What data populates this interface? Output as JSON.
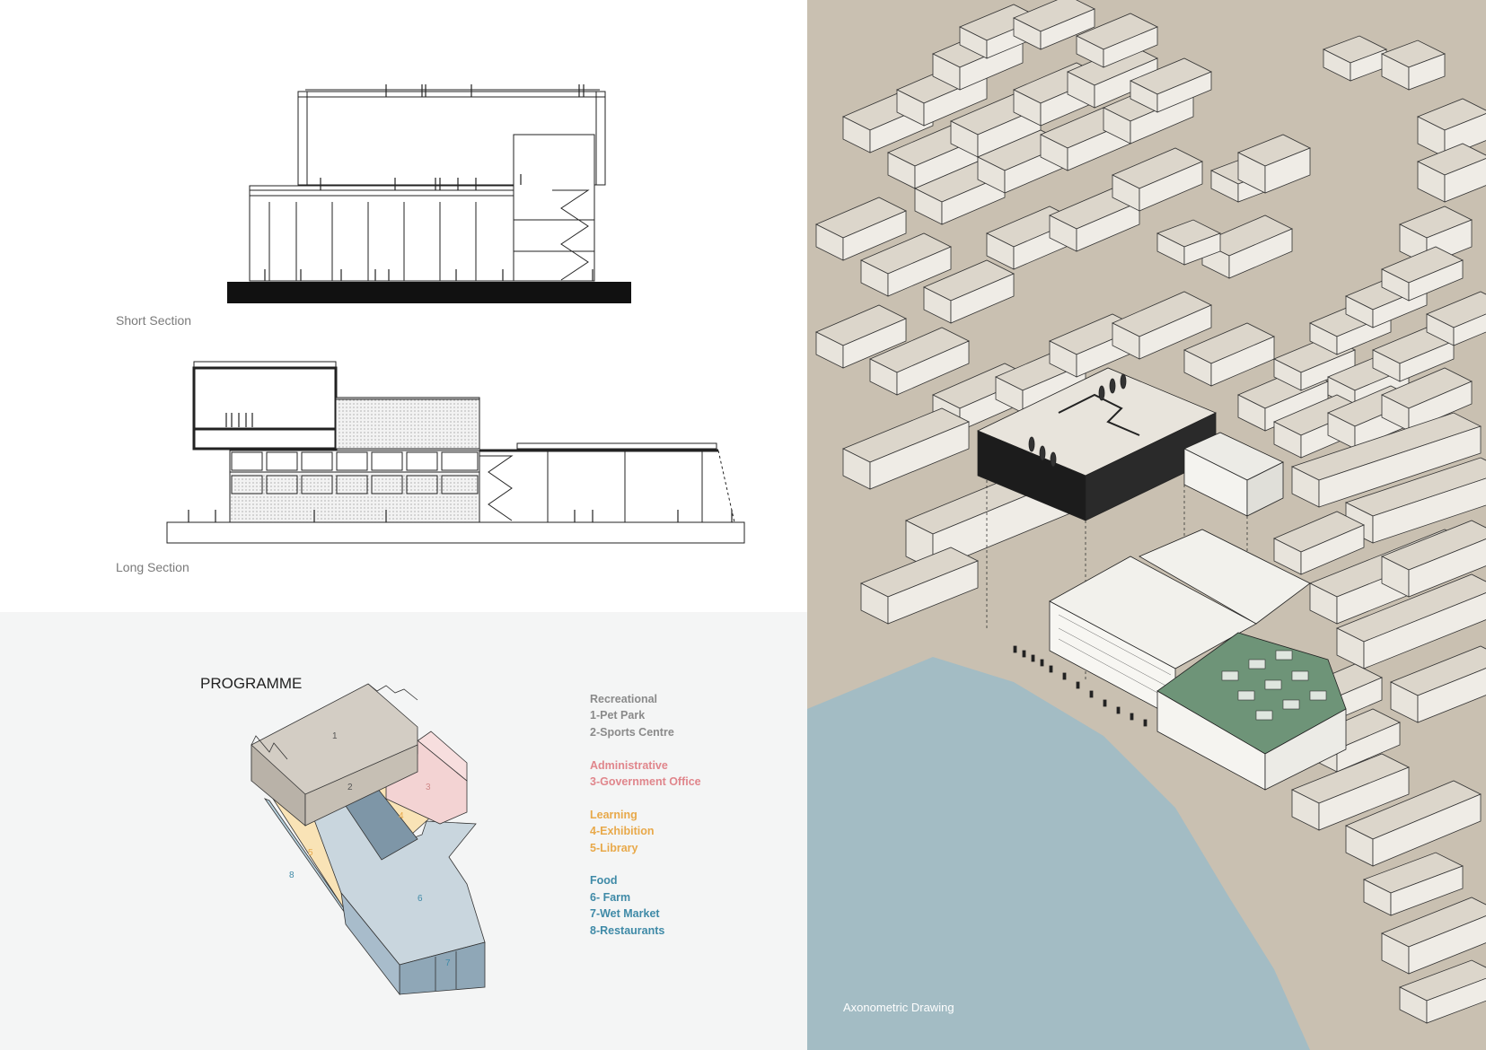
{
  "sections": {
    "short_caption": "Short Section",
    "long_caption": "Long Section"
  },
  "programme": {
    "title": "PROGRAMME",
    "zone_labels": [
      "1",
      "2",
      "3",
      "4",
      "5",
      "6",
      "7",
      "8"
    ],
    "legend": [
      {
        "heading": "Recreational",
        "items": [
          "1-Pet Park",
          "2-Sports Centre"
        ],
        "color": "#8a8a8a"
      },
      {
        "heading": "Administrative",
        "items": [
          "3-Government Office"
        ],
        "color": "#e0868c"
      },
      {
        "heading": "Learning",
        "items": [
          "4-Exhibition",
          "5-Library"
        ],
        "color": "#e8a94a"
      },
      {
        "heading": "Food",
        "items": [
          "6- Farm",
          "7-Wet Market",
          "8-Restaurants"
        ],
        "color": "#3f8aa7"
      }
    ]
  },
  "axonometric": {
    "caption": "Axonometric Drawing"
  },
  "colors": {
    "ground": "#c9c0b1",
    "water": "#a3bcc4",
    "block_top": "#dcd6cb",
    "green_roof": "#6e9478",
    "recreational": "#d3cdc4",
    "administrative": "#f3d3d3",
    "learning": "#f9e3b6",
    "food_light": "#c9d6de",
    "food_dark": "#7e96a7"
  }
}
